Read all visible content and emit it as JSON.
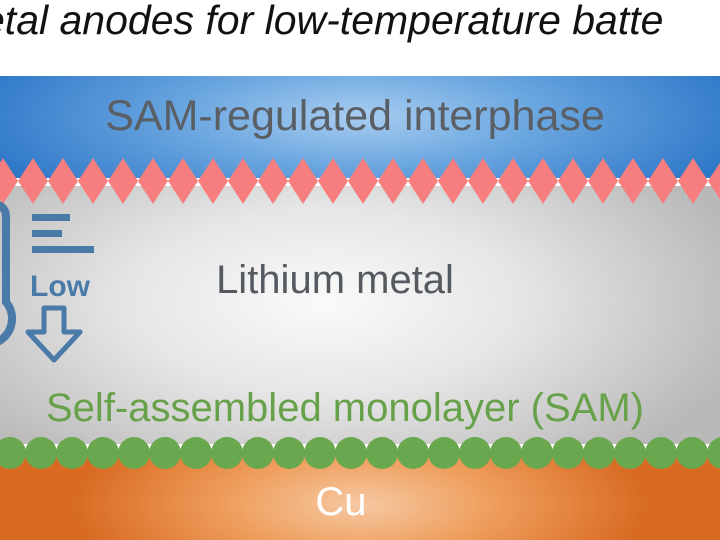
{
  "title": "etal anodes for low-temperature batte",
  "layers": {
    "interphase": "SAM-regulated interphase",
    "lithium": "Lithium metal",
    "sam": "Self-assembled monolayer (SAM)",
    "copper": "Cu"
  },
  "icon": {
    "name": "low-temperature-thermometer-icon",
    "badge": "Low"
  },
  "colors": {
    "interphase": "#4a8fd6",
    "zigzag": "#f77e7e",
    "lithium": "#d0d0d0",
    "sam_beads": "#6aa84f",
    "copper": "#e8883f",
    "icon": "#4a7aa8"
  }
}
